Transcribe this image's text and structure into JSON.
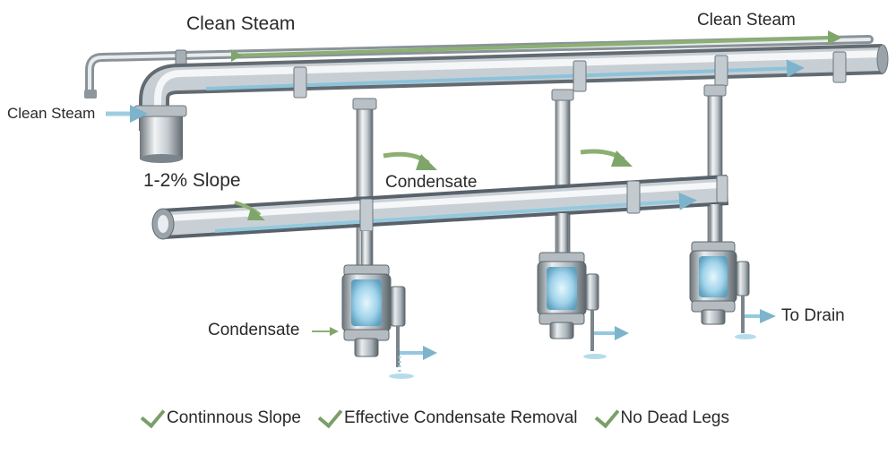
{
  "labels": {
    "top_left_steam": "Clean Steam",
    "top_right_steam": "Clean Steam",
    "left_steam": "Clean Steam",
    "slope": "1-2% Slope",
    "condensate_mid": "Condensate",
    "condensate_low": "Condensate",
    "to_drain": "To Drain"
  },
  "legend": [
    {
      "text": "Continnous Slope"
    },
    {
      "text": "Effective Condensate Removal"
    },
    {
      "text": "No Dead Legs"
    }
  ],
  "colors": {
    "steam_arrow": "#7fa66a",
    "flow_arrow": "#7db4cc",
    "pipe_light": "#eef1f3",
    "pipe_mid": "#b9c1c7",
    "pipe_dark": "#6c767d",
    "water": "#8ec8e4",
    "check": "#7b9f69"
  },
  "icons": [
    "check-icon",
    "steam-arrow-icon",
    "flow-arrow-icon",
    "steam-trap-icon",
    "drain-drip-icon"
  ]
}
